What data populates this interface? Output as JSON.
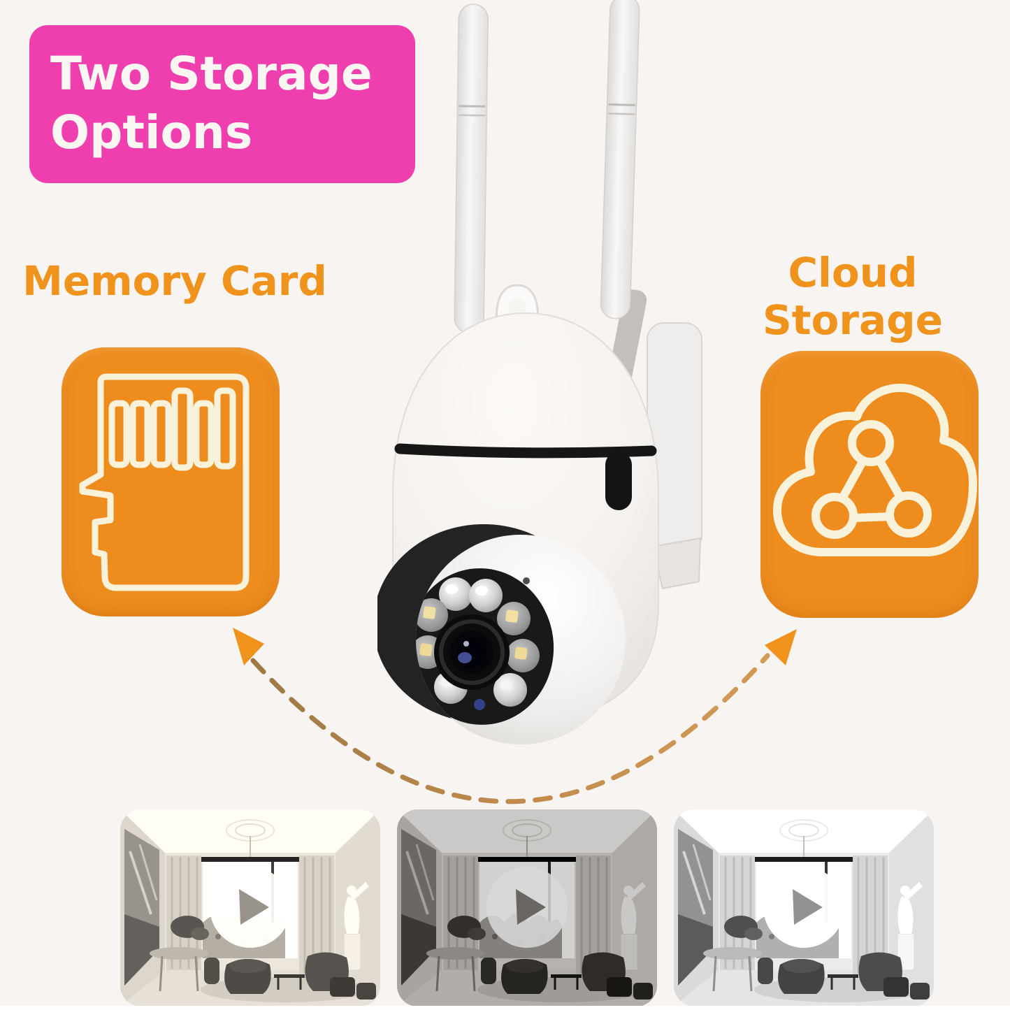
{
  "page": {
    "background": "#f7f4f1"
  },
  "banner": {
    "line1": "Two Storage",
    "line2": "Options",
    "bg_color": "#ef3fae",
    "text_color": "#faf7f2"
  },
  "options": {
    "memory": {
      "label": "Memory Card",
      "icon": "sd-card-icon"
    },
    "cloud": {
      "label": "Cloud Storage",
      "icon": "cloud-network-icon"
    }
  },
  "colors": {
    "label_orange": "#f0931c",
    "icon_tile_orange": "#ee8c1e",
    "icon_outline_cream": "#f8f2da",
    "arrow_dash_brown": "#b9864a",
    "arrow_head_orange": "#f0931c"
  },
  "arrow": {
    "style": "dashed-arc",
    "direction": "both-ends-up"
  },
  "thumbnails": [
    {
      "variant": "daylight-color"
    },
    {
      "variant": "dim-contrast"
    },
    {
      "variant": "grayscale-night"
    }
  ]
}
